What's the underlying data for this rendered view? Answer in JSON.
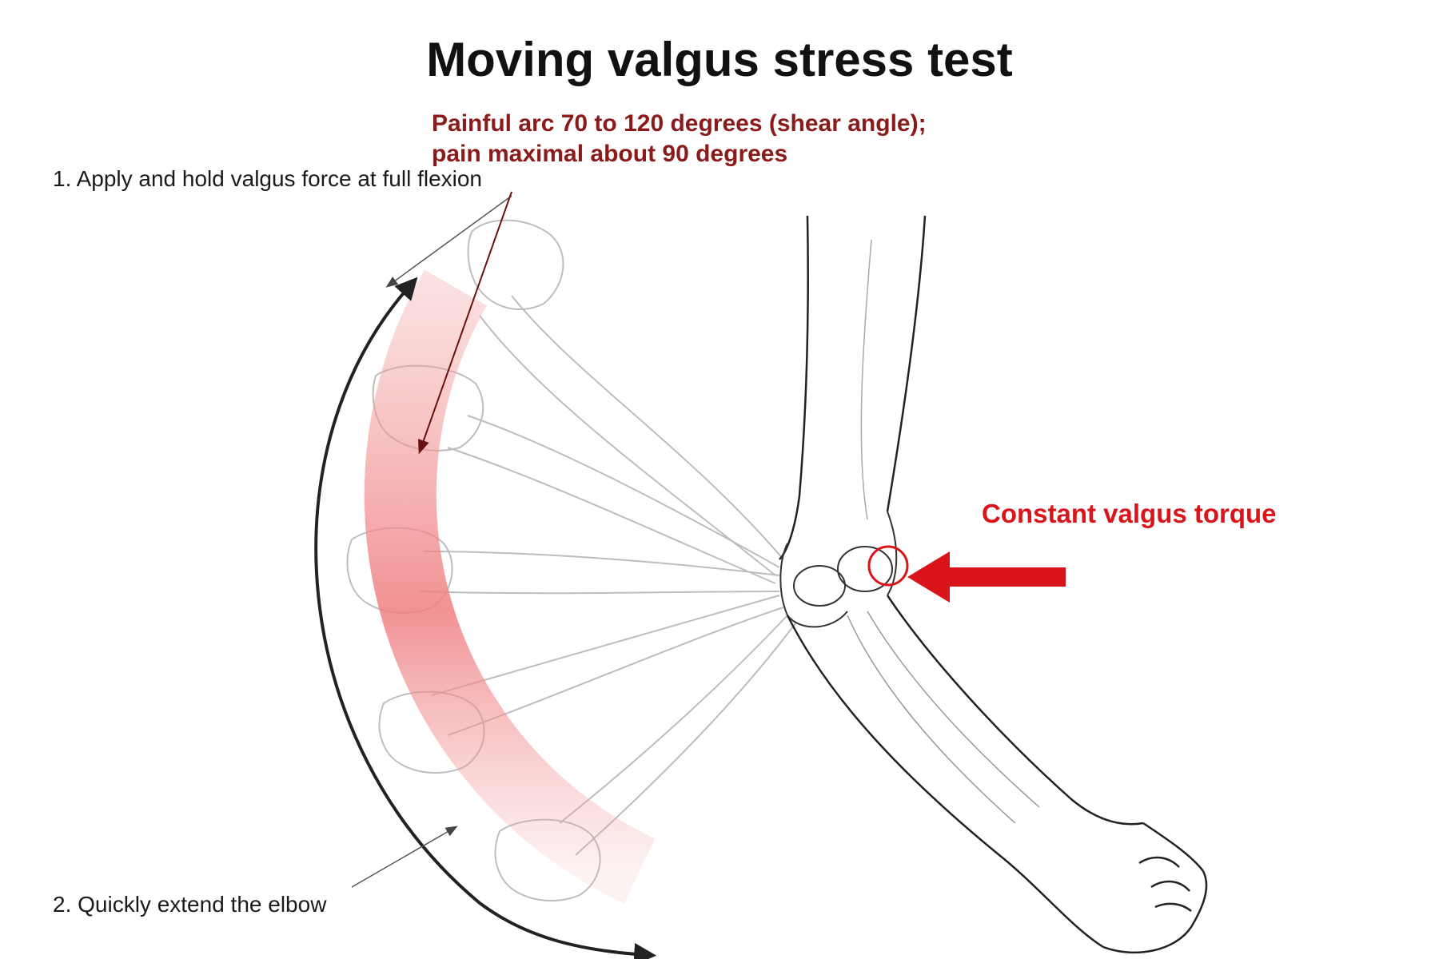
{
  "title": "Moving valgus stress test",
  "annotations": {
    "pain_arc_line1": "Painful arc 70 to 120 degrees (shear angle);",
    "pain_arc_line2": "pain maximal about 90 degrees",
    "step1": "1. Apply and hold valgus force at full flexion",
    "step2": "2. Quickly extend the elbow",
    "torque": "Constant valgus torque"
  },
  "colors": {
    "pain_text": "#8b1a1a",
    "torque_red": "#d9141b",
    "arc_pink": "#f08080",
    "line_gray": "#9a9a9a",
    "line_dark": "#222222"
  },
  "icons": {
    "motion_arrow": "double-headed-curved-arrow",
    "force_arrow": "arrow-left",
    "elbow_marker": "circle-outline"
  }
}
